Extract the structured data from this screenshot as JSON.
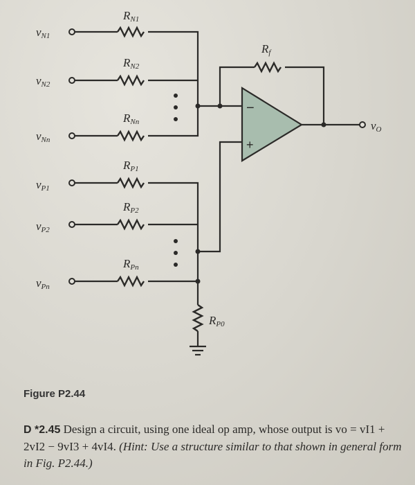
{
  "figure": {
    "caption": "Figure P2.44",
    "inputs": {
      "vN1": "vN1",
      "vN2": "vN2",
      "vNn": "vNn",
      "vP1": "vP1",
      "vP2": "vP2",
      "vPn": "vPn"
    },
    "resistors": {
      "RN1": "RN1",
      "RN2": "RN2",
      "RNn": "RNn",
      "RP1": "RP1",
      "RP2": "RP2",
      "RPn": "RPn",
      "Rf": "Rf",
      "RP0": "RP0"
    },
    "output_label": "vO",
    "opamp": {
      "minus": "−",
      "plus": "+",
      "fill_color": "#a8bdae"
    }
  },
  "problem": {
    "number": "D *2.45",
    "text": "Design a circuit, using one ideal op amp, whose output is vo = vI1 + 2vI2 − 9vI3 + 4vI4. ",
    "hint": "(Hint: Use a structure similar to that shown in general form in Fig. P2.44.)"
  }
}
